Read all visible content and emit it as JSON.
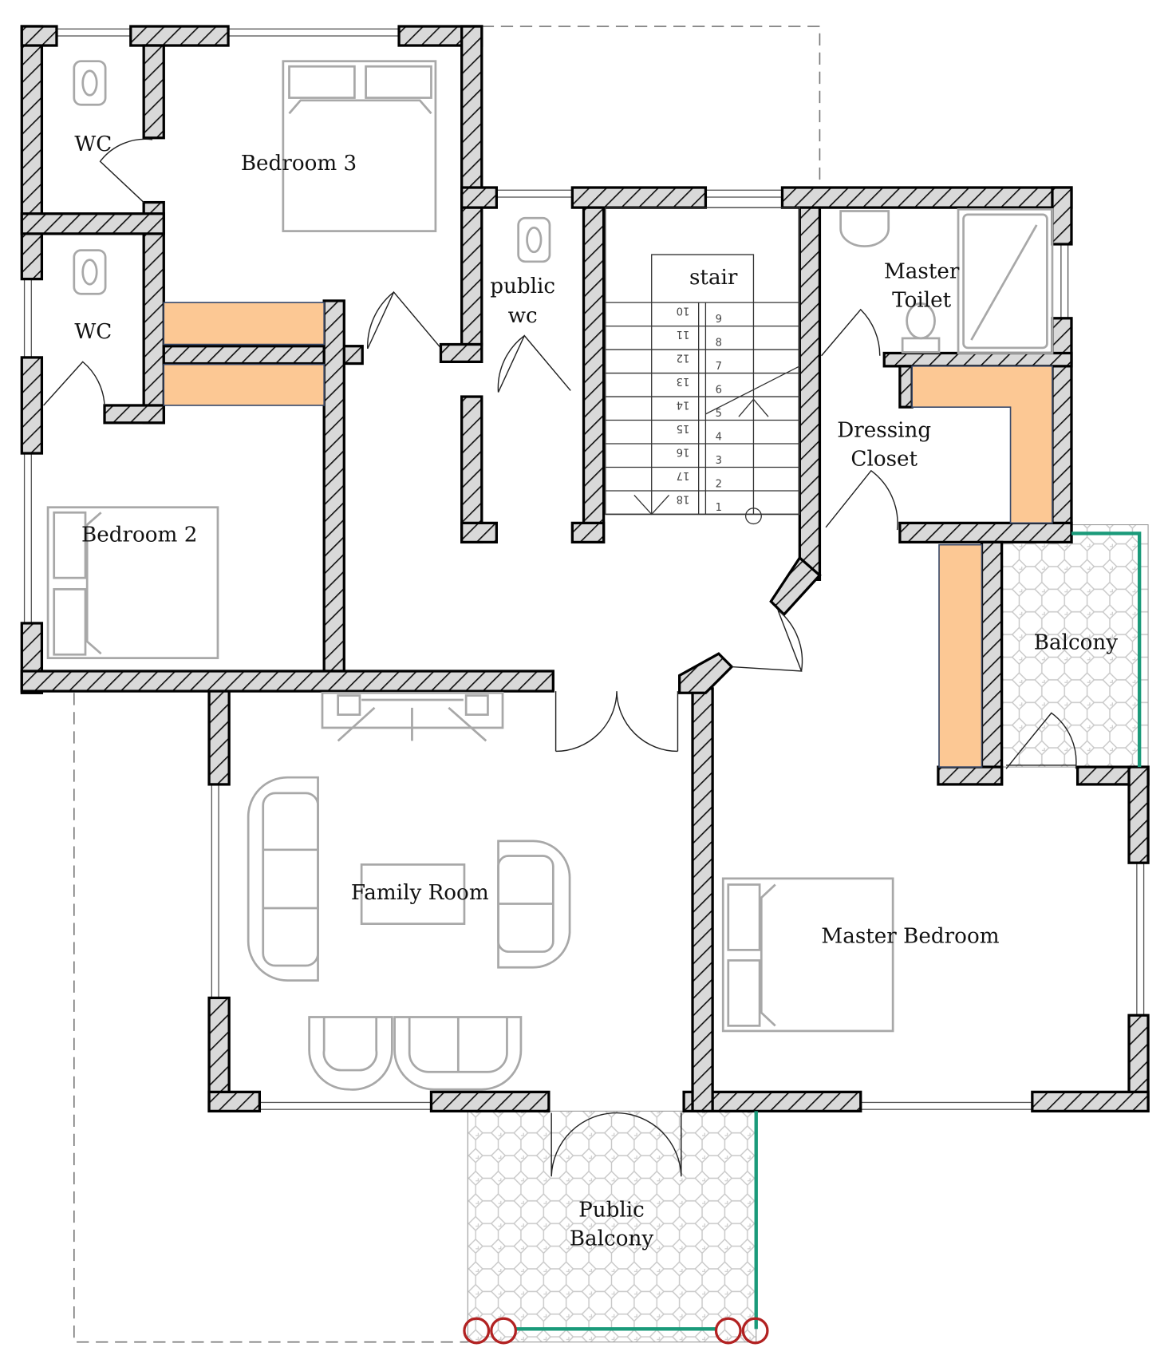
{
  "title": "Upper floor plan",
  "rooms": {
    "wc_top": "WC",
    "bedroom3": "Bedroom 3",
    "wc_mid": "WC",
    "bedroom2": "Bedroom 2",
    "public_wc_1": "public",
    "public_wc_2": "wc",
    "stair": "stair",
    "master_toilet_1": "Master",
    "master_toilet_2": "Toilet",
    "dressing_1": "Dressing",
    "dressing_2": "Closet",
    "balcony": "Balcony",
    "family_room": "Family Room",
    "master_bedroom": "Master Bedroom",
    "public_balcony_1": "Public",
    "public_balcony_2": "Balcony"
  },
  "stair_steps_up": [
    "1",
    "2",
    "3",
    "4",
    "5",
    "6",
    "7",
    "8",
    "9"
  ],
  "stair_steps_down": [
    "10",
    "11",
    "12",
    "13",
    "14",
    "15",
    "16",
    "17",
    "18"
  ],
  "colors": {
    "wardrobe": "#fcc894",
    "wall_fill": "#d9d9d9",
    "railing": "#1a9a7a",
    "column": "#b22222"
  }
}
